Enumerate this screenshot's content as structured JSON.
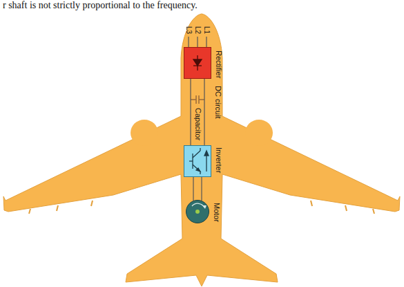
{
  "diagram": {
    "nodes": [
      {
        "text": [
          "Rectifier"
        ]
      },
      {
        "text": [
          "Inverter"
        ]
      },
      {
        "text": [
          "Motor"
        ]
      }
    ],
    "edges": [
      {
        "from": 0,
        "to": 1,
        "arrow": "none"
      },
      {
        "from": 1,
        "to": 2,
        "arrow": "none"
      }
    ],
    "labels": [
      "r shaft is not strictly proportional to the frequency.",
      "L1",
      "L2",
      "L3",
      "DC circuit",
      "Capacitor"
    ]
  }
}
